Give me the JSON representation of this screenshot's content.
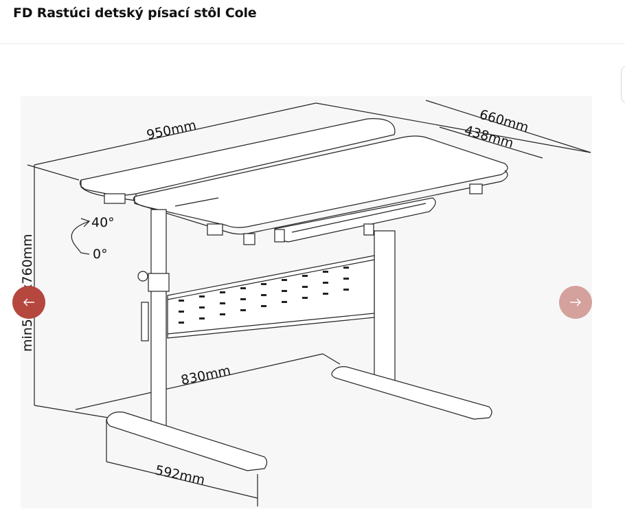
{
  "product": {
    "title": "FD Rastúci detský písací stôl Cole"
  },
  "image": {
    "description_labels": {
      "width": "950mm",
      "depth_total": "660mm",
      "depth_top": "438mm",
      "height": "min5",
      "height_max": "max760mm",
      "base_width": "830mm",
      "foot_length": "592mm",
      "tilt_max": "40°",
      "tilt_min": "0°"
    }
  },
  "carousel": {
    "prev_icon": "arrow-left-icon",
    "next_icon": "arrow-right-icon",
    "prev_color": "#b5473e",
    "next_color": "#d4a19c"
  }
}
